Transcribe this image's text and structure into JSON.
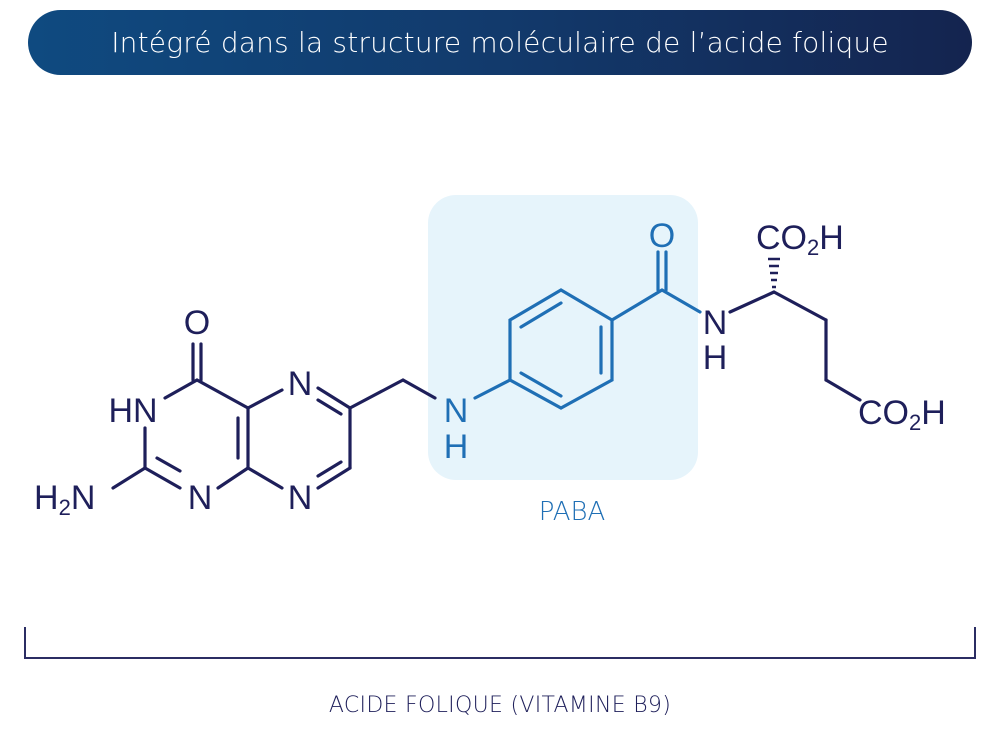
{
  "header": {
    "title": "Intégré dans la structure moléculaire de l’acide folique"
  },
  "molecule": {
    "highlight_label": "PABA",
    "atoms": {
      "o_pterin": "O",
      "hn": "HN",
      "h2n_h": "H",
      "h2n_2": "2",
      "h2n_n": "N",
      "n1": "N",
      "n5": "N",
      "n8": "N",
      "nh_paba_n": "N",
      "nh_paba_h": "H",
      "o_carbonyl": "O",
      "nh_amide_n": "N",
      "nh_amide_h": "H",
      "co2h_top_co": "CO",
      "co2h_top_2": "2",
      "co2h_top_h": "H",
      "co2h_bottom_co": "CO",
      "co2h_bottom_2": "2",
      "co2h_bottom_h": "H"
    }
  },
  "caption": "ACIDE FOLIQUE (VITAMINE B9)",
  "colors": {
    "navy": "#1e1f5a",
    "blue": "#1f6fb5",
    "highlight": "#e6f4fb"
  }
}
